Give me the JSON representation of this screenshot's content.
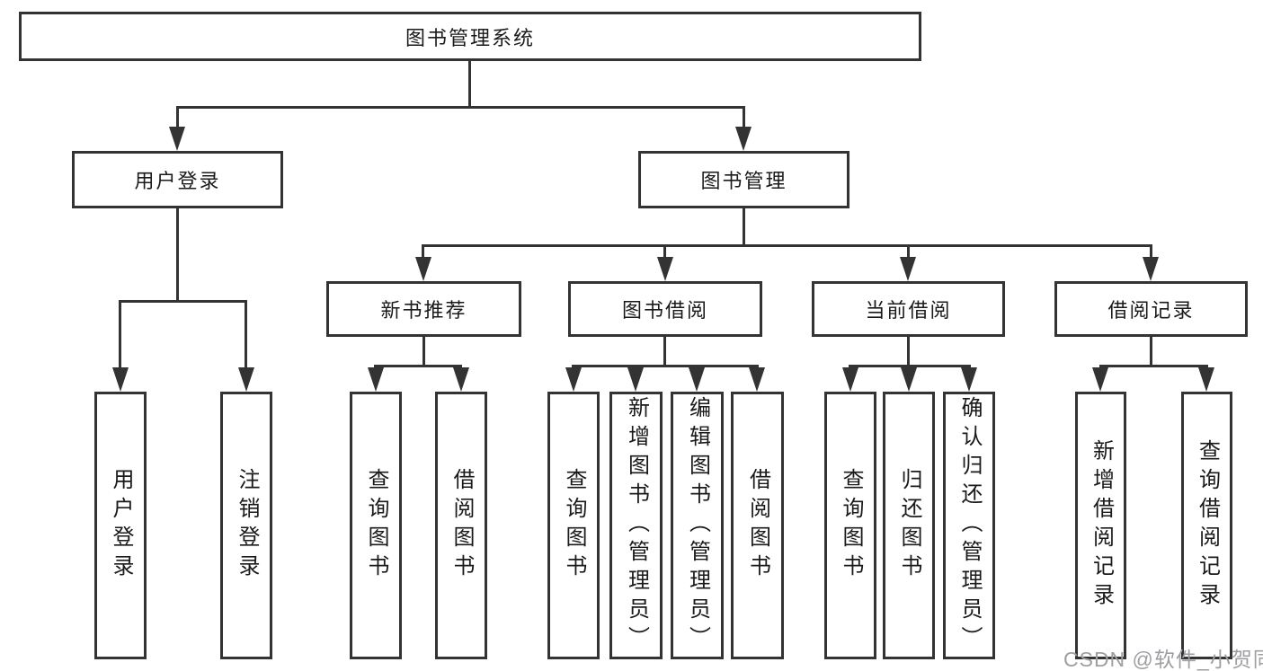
{
  "diagram_type": "hierarchy-tree",
  "colors": {
    "line": "#333333",
    "border": "#333333",
    "text": "#1a1a1a",
    "background": "#ffffff",
    "watermark": "#9e9ea3"
  },
  "watermark": {
    "text": "CSDN @软件_小贺同学"
  },
  "tree": {
    "label": "图书管理系统",
    "children": [
      {
        "label": "用户登录",
        "children": [
          {
            "label": "用户登录"
          },
          {
            "label": "注销登录"
          }
        ]
      },
      {
        "label": "图书管理",
        "children": [
          {
            "label": "新书推荐",
            "children": [
              {
                "label": "查询图书"
              },
              {
                "label": "借阅图书"
              }
            ]
          },
          {
            "label": "图书借阅",
            "children": [
              {
                "label": "查询图书"
              },
              {
                "label": "新增图书（管理员）"
              },
              {
                "label": "编辑图书（管理员）"
              },
              {
                "label": "借阅图书"
              }
            ]
          },
          {
            "label": "当前借阅",
            "children": [
              {
                "label": "查询图书"
              },
              {
                "label": "归还图书"
              },
              {
                "label": "确认归还（管理员）"
              }
            ]
          },
          {
            "label": "借阅记录",
            "children": [
              {
                "label": "新增借阅记录"
              },
              {
                "label": "查询借阅记录"
              }
            ]
          }
        ]
      }
    ]
  }
}
